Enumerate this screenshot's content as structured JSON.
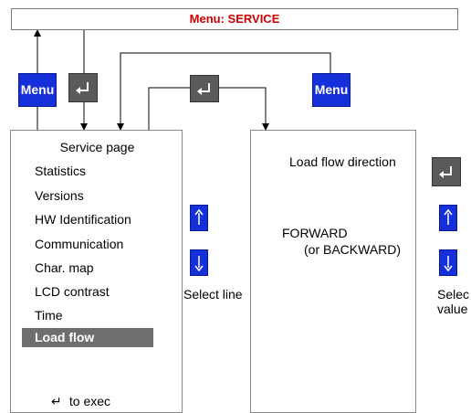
{
  "menu_bar": {
    "label": "Menu: SERVICE"
  },
  "buttons": {
    "menu_label": "Menu"
  },
  "service_page": {
    "title": "Service page",
    "items": [
      "Statistics",
      "Versions",
      "HW Identification",
      "Communication",
      "Char. map",
      "LCD contrast",
      "Time",
      "Load flow"
    ],
    "selected_index": 7,
    "footer_hint": "to exec"
  },
  "select_line_label": "Select line",
  "load_flow_page": {
    "title": "Load flow direction",
    "value_line1": "FORWARD",
    "value_line2": "(or BACKWARD)"
  },
  "select_value_label": {
    "line1": "Selec",
    "line2": "value"
  },
  "colors": {
    "menu_button": "#1530d8",
    "enter_button": "#5a5a5a",
    "selected_item": "#6e6e6e",
    "menu_title": "#cc0000"
  }
}
